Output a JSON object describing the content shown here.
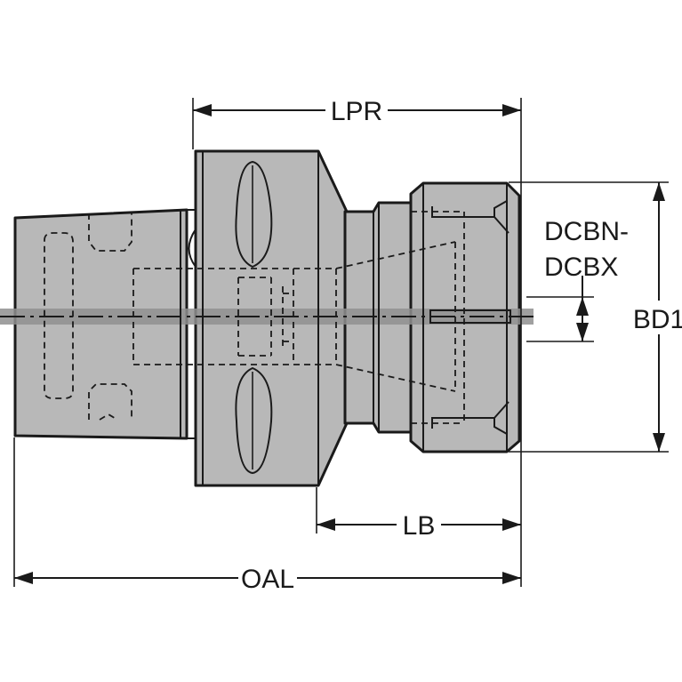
{
  "diagram": {
    "labels": {
      "lpr": "LPR",
      "lb": "LB",
      "oal": "OAL",
      "bd1": "BD1",
      "dcbn": "DCBN-",
      "dcbx": "DCBX"
    },
    "colors": {
      "body": "#b8b8b8",
      "centerline_band": "#8f8f8f",
      "line": "#1a1a1a",
      "background": "#ffffff"
    }
  }
}
